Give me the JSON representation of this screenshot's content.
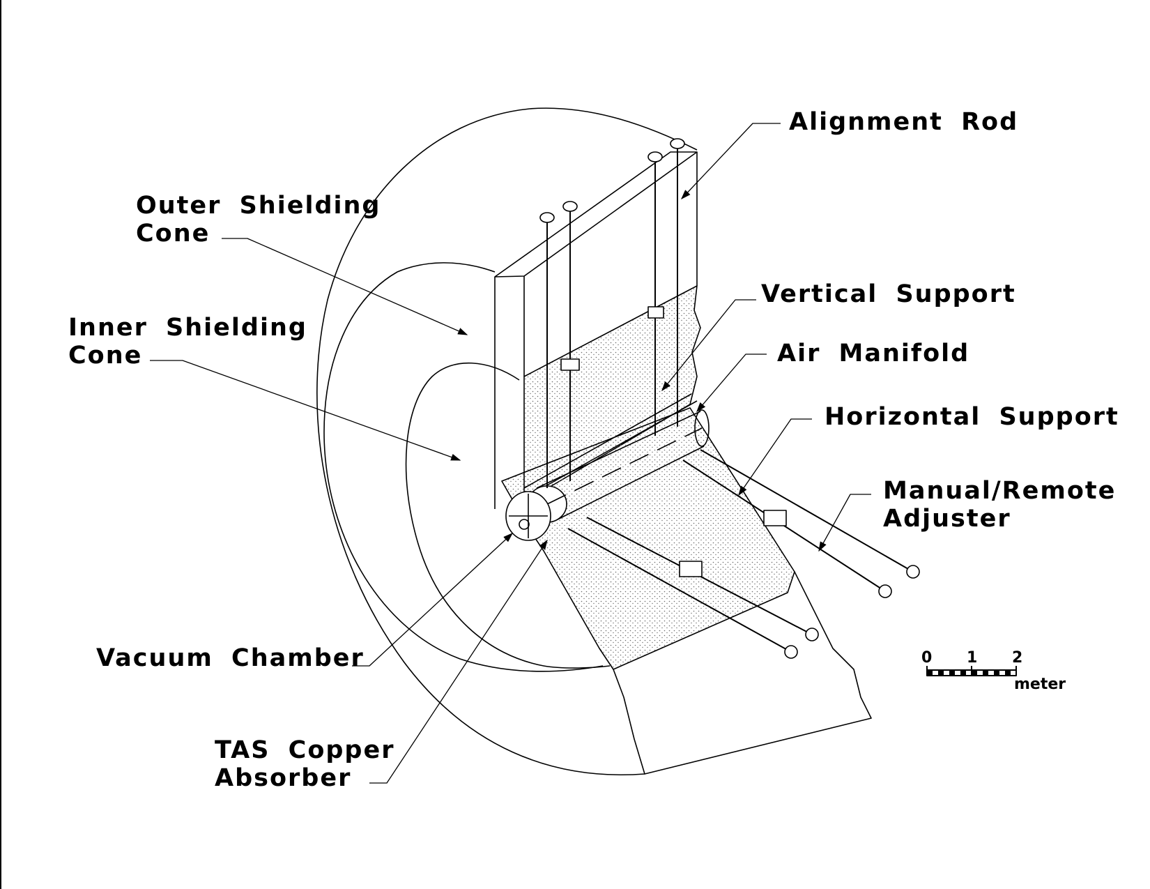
{
  "labels": {
    "alignment_rod": "Alignment Rod",
    "outer_shielding_cone_1": "Outer Shielding",
    "outer_shielding_cone_2": "Cone",
    "inner_shielding_cone_1": "Inner Shielding",
    "inner_shielding_cone_2": "Cone",
    "vertical_support": "Vertical Support",
    "air_manifold": "Air Manifold",
    "horizontal_support": "Horizontal Support",
    "manual_remote_adjuster_1": "Manual/Remote",
    "manual_remote_adjuster_2": "Adjuster",
    "vacuum_chamber": "Vacuum Chamber",
    "tas_copper_absorber_1": "TAS Copper",
    "tas_copper_absorber_2": "Absorber"
  },
  "scale_bar": {
    "tick_0": "0",
    "tick_1": "1",
    "tick_2": "2",
    "unit": "meter"
  },
  "colors": {
    "ink": "#000000",
    "paper": "#ffffff",
    "stipple": "#6b6b6b"
  }
}
